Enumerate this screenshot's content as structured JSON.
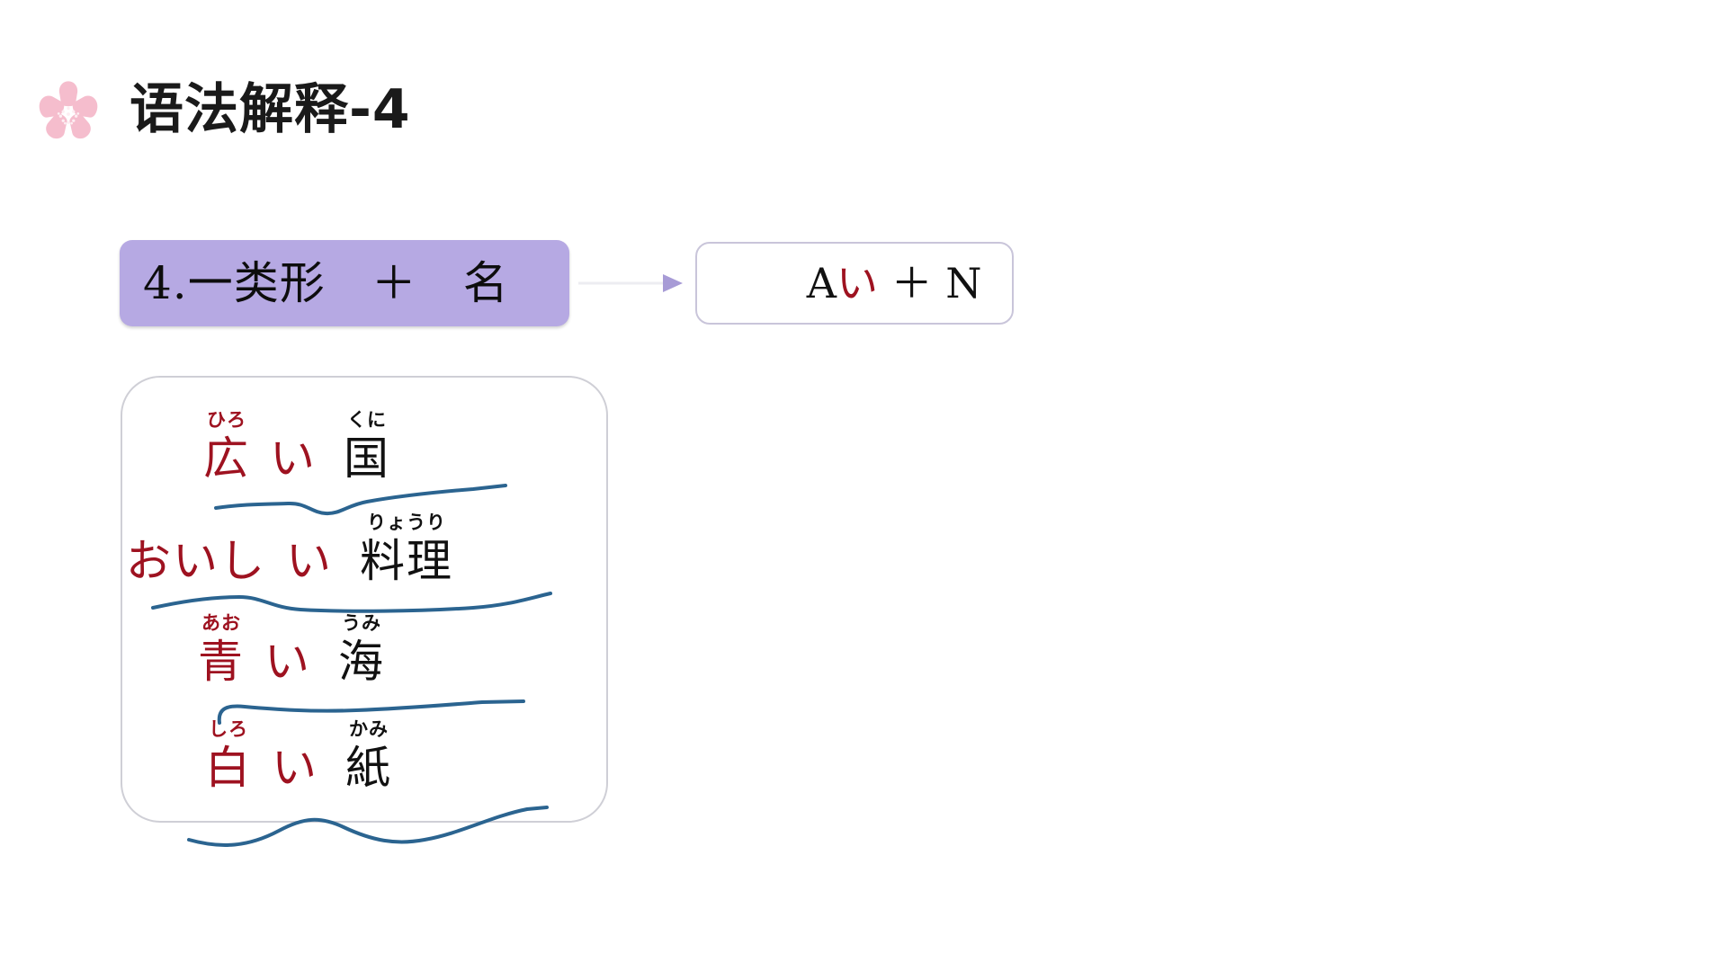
{
  "header": {
    "icon": "sakura-flower-icon",
    "title": "语法解释-4"
  },
  "rule": {
    "pattern_label": "4.一类形　＋　名",
    "arrow": "arrow-right-icon",
    "result_prefix": "A",
    "result_kana": "い",
    "result_suffix": " ＋ N",
    "result_label": "Aい ＋ N"
  },
  "examples": {
    "rows": [
      {
        "id": "example-hiroi-kuni",
        "adjective": {
          "reading": "ひろ",
          "base": "広",
          "color": "#9e1220"
        },
        "kana_i": "い",
        "noun": {
          "reading": "くに",
          "base": "国",
          "color": "#111111"
        }
      },
      {
        "id": "example-oishii-ryouri",
        "adjective": {
          "reading": "",
          "base": "おいし",
          "color": "#9e1220"
        },
        "kana_i": "い",
        "noun": {
          "reading": "りょうり",
          "base": "料理",
          "color": "#111111"
        }
      },
      {
        "id": "example-aoi-umi",
        "adjective": {
          "reading": "あお",
          "base": "青",
          "color": "#9e1220"
        },
        "kana_i": "い",
        "noun": {
          "reading": "うみ",
          "base": "海",
          "color": "#111111"
        }
      },
      {
        "id": "example-shiroi-kami",
        "adjective": {
          "reading": "しろ",
          "base": "白",
          "color": "#9e1220"
        },
        "kana_i": "い",
        "noun": {
          "reading": "かみ",
          "base": "紙",
          "color": "#111111"
        }
      }
    ]
  },
  "colors": {
    "accent_purple": "#b6a9e3",
    "accent_red": "#9e1220",
    "squiggle_blue": "#2b6490",
    "sakura_pink": "#f7c0ce",
    "card_border": "#cfcfd6",
    "background": "#ffffff"
  }
}
